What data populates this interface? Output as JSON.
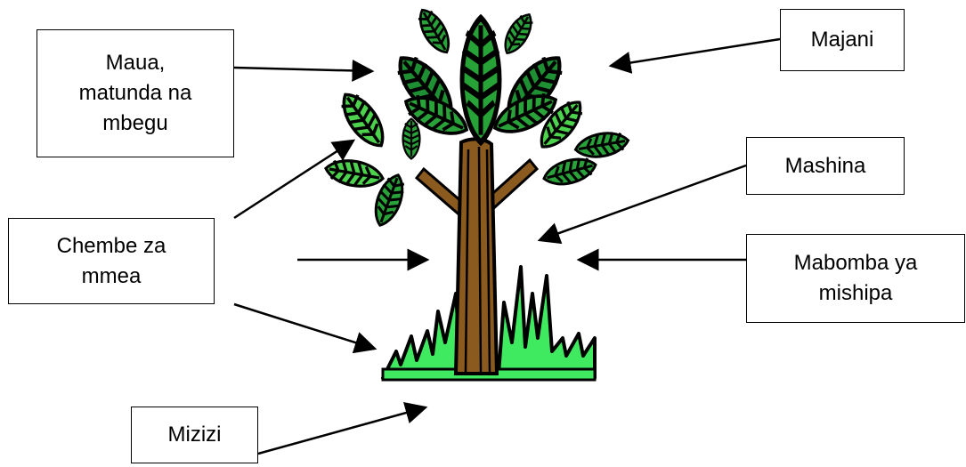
{
  "labels": {
    "maua": [
      "Maua,",
      "matunda na",
      "mbegu"
    ],
    "majani": "Majani",
    "mashina": "Mashina",
    "chembe": [
      "Chembe za",
      "mmea"
    ],
    "mabomba": [
      "Mabomba ya",
      "mishipa"
    ],
    "mizizi": "Mizizi"
  },
  "colors": {
    "leaf_dark": "#1e8f32",
    "leaf_light": "#5be85b",
    "trunk": "#8b5a1e",
    "grass": "#44ee66",
    "outline": "#000000"
  }
}
